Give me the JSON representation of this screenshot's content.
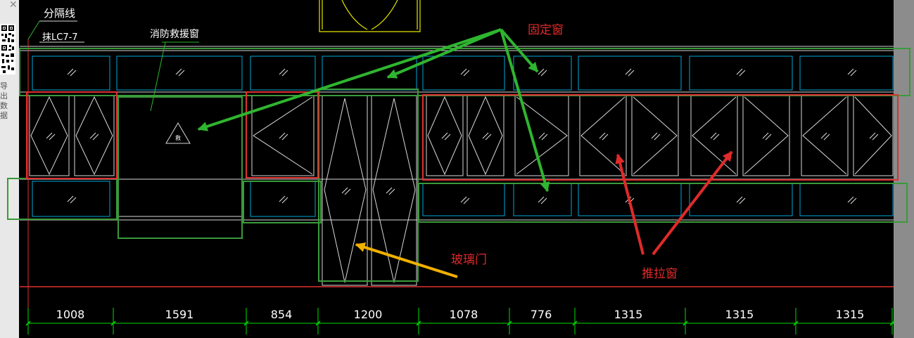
{
  "side_panel": {
    "label": "导出数据"
  },
  "labels": {
    "separator": "分隔线",
    "window_code": "抹LC7-7",
    "fire_rescue_window": "消防救援窗",
    "fire_symbol": "救"
  },
  "annotations": {
    "fixed_window": "固定窗",
    "glass_door": "玻璃门",
    "sliding_window": "推拉窗"
  },
  "dimensions": [
    "1008",
    "1591",
    "854",
    "1200",
    "1078",
    "776",
    "1315",
    "1315",
    "1315"
  ],
  "colors": {
    "background": "#000000",
    "frame": "#00a8d8",
    "glass_mark": "#e0e0e0",
    "highlight_green": "#3a9a3a",
    "highlight_red": "#e03030",
    "arrow_green": "#2fb52f",
    "arrow_red": "#e02a2a",
    "arrow_yellow": "#f0b000",
    "dimension_line": "#00e000",
    "door_outline": "#e6e600"
  }
}
